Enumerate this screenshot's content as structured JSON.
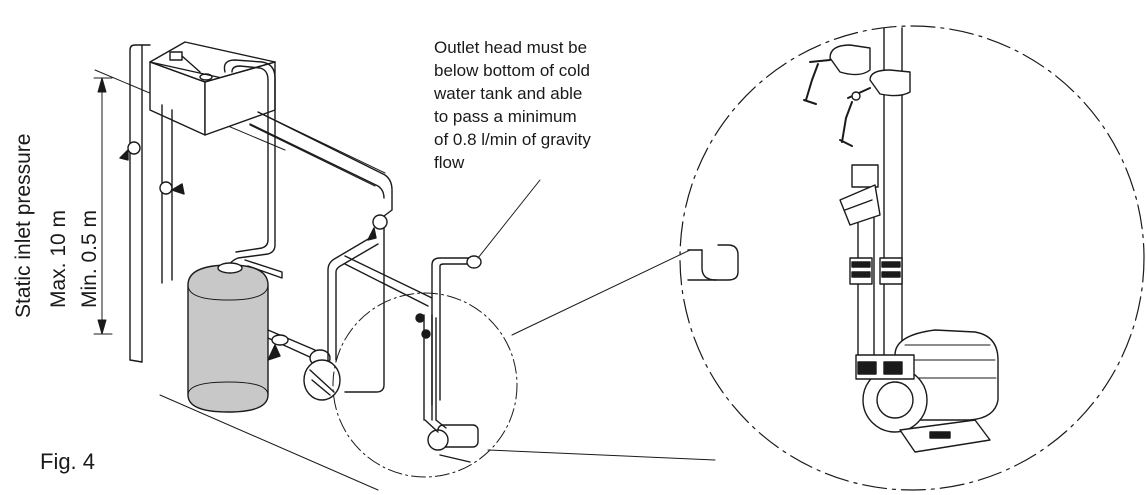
{
  "figure": {
    "fig_label": "Fig. 4",
    "pressure_title": "Static inlet pressure",
    "pressure_max": "Max. 10 m",
    "pressure_min": "Min. 0.5 m",
    "callout_lines": [
      "Outlet head must be",
      "below bottom of cold",
      "water tank and able",
      "to pass a minimum",
      "of 0.8 l/min of gravity",
      "flow"
    ]
  },
  "colors": {
    "line": "#1a1a1a",
    "cylinder_fill": "#c8c8c8",
    "background": "#ffffff"
  }
}
